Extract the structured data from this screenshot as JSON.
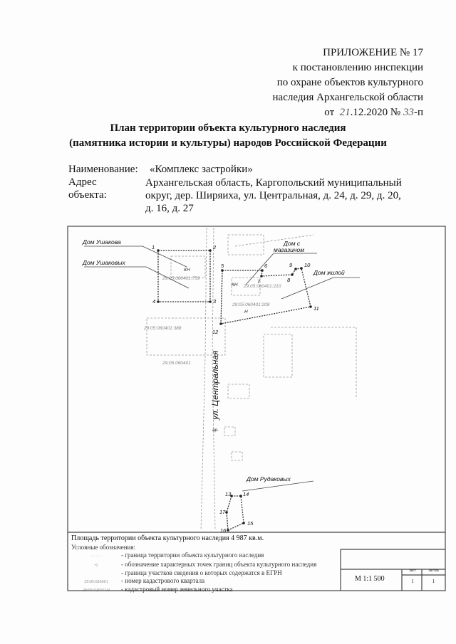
{
  "header": {
    "line1": "ПРИЛОЖЕНИЕ № 17",
    "line2": "к постановлению инспекции",
    "line3": "по охране объектов культурного",
    "line4": "наследия Архангельской области",
    "date_prefix": "от",
    "date_day": "21",
    "date_rest": ".12.2020 №",
    "number": "33",
    "suffix": "-п"
  },
  "title": {
    "line1": "План территории объекта культурного наследия",
    "line2": "(памятника истории и культуры) народов Российской Федерации"
  },
  "info": {
    "name_label": "Наименование:",
    "name_value": "«Комплекс застройки»",
    "address_label1": "Адрес",
    "address_label2": "объекта:",
    "address_line1": "Архангельская область, Каргопольский муниципальный",
    "address_line2": "округ, дер. Ширяиха, ул. Центральная, д. 24, д. 29, д. 20,",
    "address_line3": "д. 16, д. 27"
  },
  "map": {
    "buildings": {
      "ushakova": "Дом Ушакова",
      "ushakovykh": "Дом Ушаковых",
      "magazin1": "Дом с",
      "magazin2": "магазином",
      "zhiloy": "Дом жилой",
      "rudakovykh": "Дом Рудаковых"
    },
    "street": "ул. Центральная",
    "cadastral": {
      "c1": "29:05:060401:759",
      "c2": "29:05:060401:210",
      "c3": "29:05:060401:208",
      "c4": "29:05:060401:388",
      "quarter": "29:05:060401"
    },
    "marks": {
      "kn1": "КН",
      "kn2": "КН",
      "n": "Н",
      "road": "ар."
    },
    "points": [
      "1",
      "2",
      "3",
      "4",
      "5",
      "6",
      "7",
      "8",
      "9",
      "10",
      "11",
      "12",
      "13",
      "14",
      "15",
      "16",
      "17"
    ]
  },
  "footer": {
    "area": "Площадь территории объекта культурного наследия 4 987 кв.м.",
    "legend_title": "Условные обозначения:",
    "legend": [
      {
        "symbol": "· · · · ·",
        "text": "- граница территории объекта культурного наследия"
      },
      {
        "symbol": "•1",
        "text": "- обозначение характерных точек границ объекта культурного наследия"
      },
      {
        "symbol": "",
        "text": "- граница участков сведения о которых содержатся в ЕГРН"
      },
      {
        "symbol": "29:05:026661",
        "text": "- номер кадастрового квартала"
      },
      {
        "symbol": "29:05:026661:9",
        "text": "- кадастровый номер земельного участка"
      }
    ],
    "scale": "М 1:1 500",
    "sheet_label": "лист",
    "sheets_label": "листов",
    "sheet": "1",
    "sheets": "1"
  }
}
